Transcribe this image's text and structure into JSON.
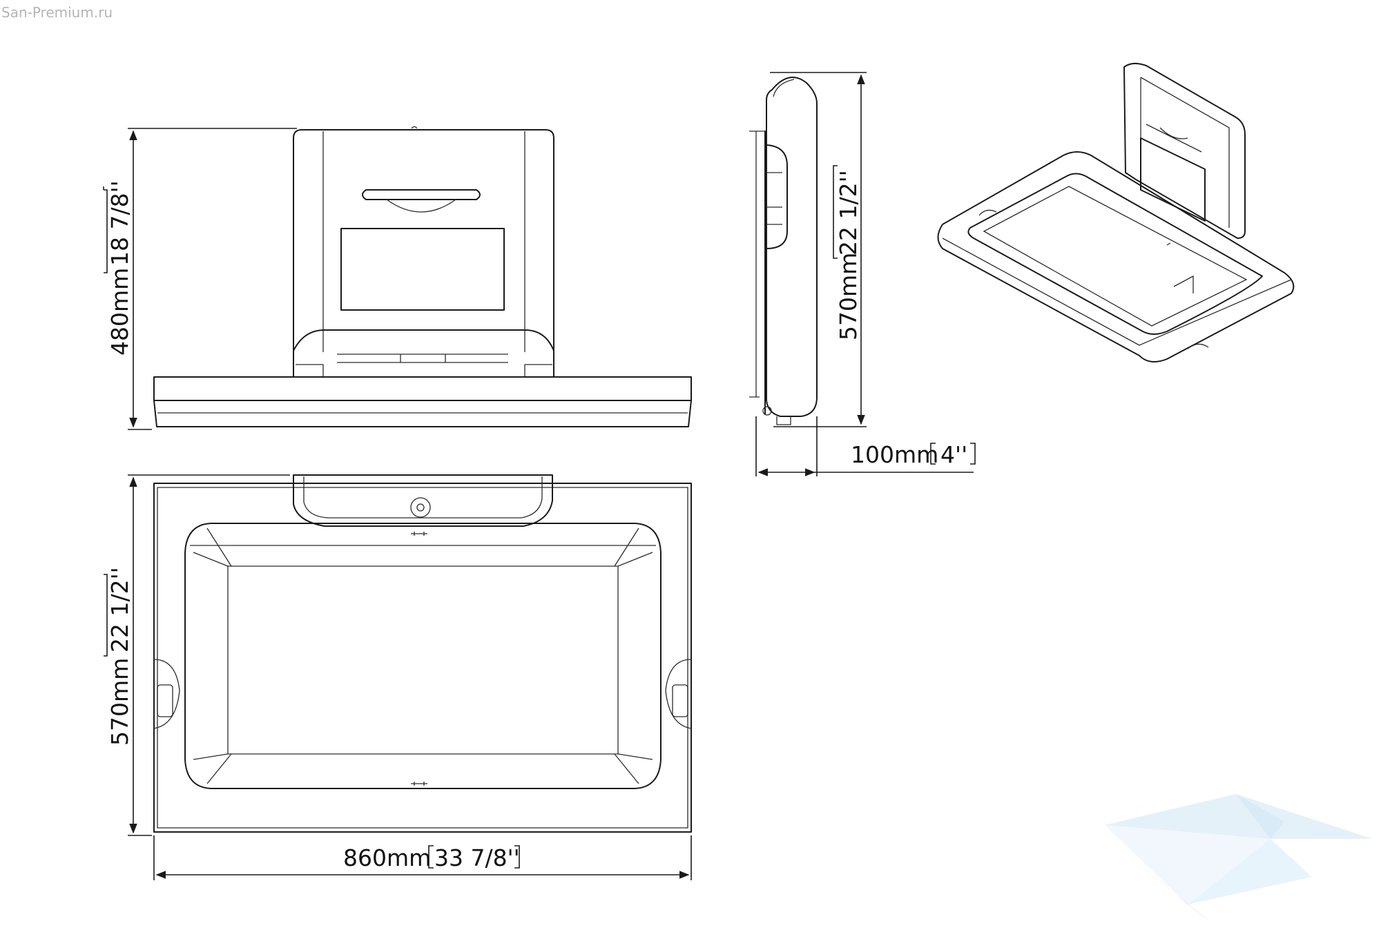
{
  "watermark": "San-Premium.ru",
  "dimensions": {
    "front_height": {
      "mm": "480mm",
      "inch": "18 7/8''"
    },
    "side_height": {
      "mm": "570mm",
      "inch": "22 1/2''"
    },
    "side_depth": {
      "mm": "100mm",
      "inch": "4''"
    },
    "top_height": {
      "mm": "570mm",
      "inch": "22 1/2''"
    },
    "top_width": {
      "mm": "860mm",
      "inch": "33 7/8''"
    }
  }
}
